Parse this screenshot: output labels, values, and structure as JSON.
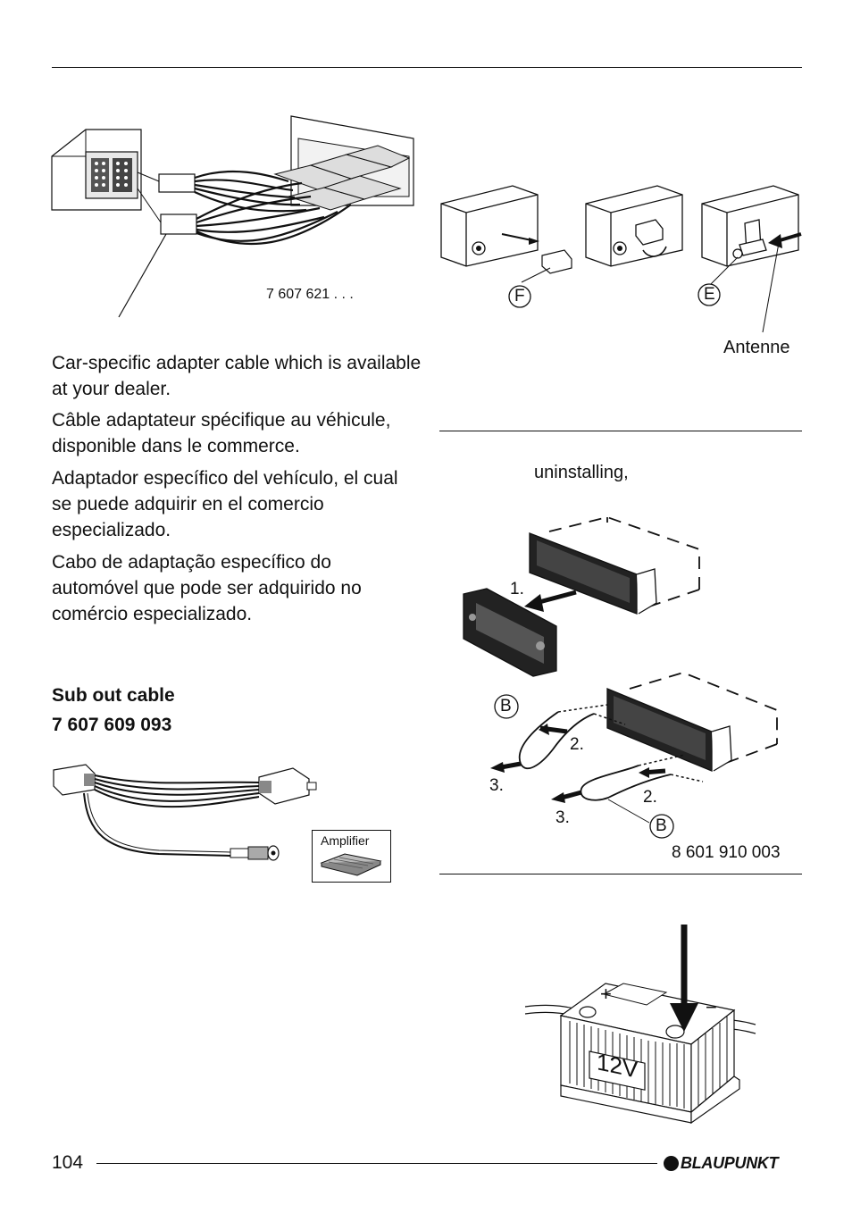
{
  "page": {
    "number": "104"
  },
  "brand": {
    "name": "BLAUPUNKT"
  },
  "adapter_cable": {
    "part_number": "7 607 621 . . .",
    "descriptions": [
      "Car-specific adapter cable which is available at your dealer.",
      "Câble adaptateur spécifique au véhicule, disponible dans le commerce.",
      "Adaptador específico del vehículo, el cual se puede adquirir en el comercio especializado.",
      "Cabo de adaptação específico do automóvel que pode ser adquirido no comércio especializado."
    ]
  },
  "antenna_figure": {
    "label_f": "F",
    "label_e": "E",
    "antenna_label": "Antenne"
  },
  "sub_out": {
    "title": "Sub out cable",
    "part_number": "7 607 609 093",
    "amplifier_label": "Amplifier"
  },
  "uninstall": {
    "heading": "uninstalling,",
    "step1": "1.",
    "step2": "2.",
    "step3": "3.",
    "tool_label": "B",
    "tool_part_number": "8 601 910 003"
  },
  "battery": {
    "voltage": "12V",
    "plus": "+",
    "minus": "−"
  }
}
